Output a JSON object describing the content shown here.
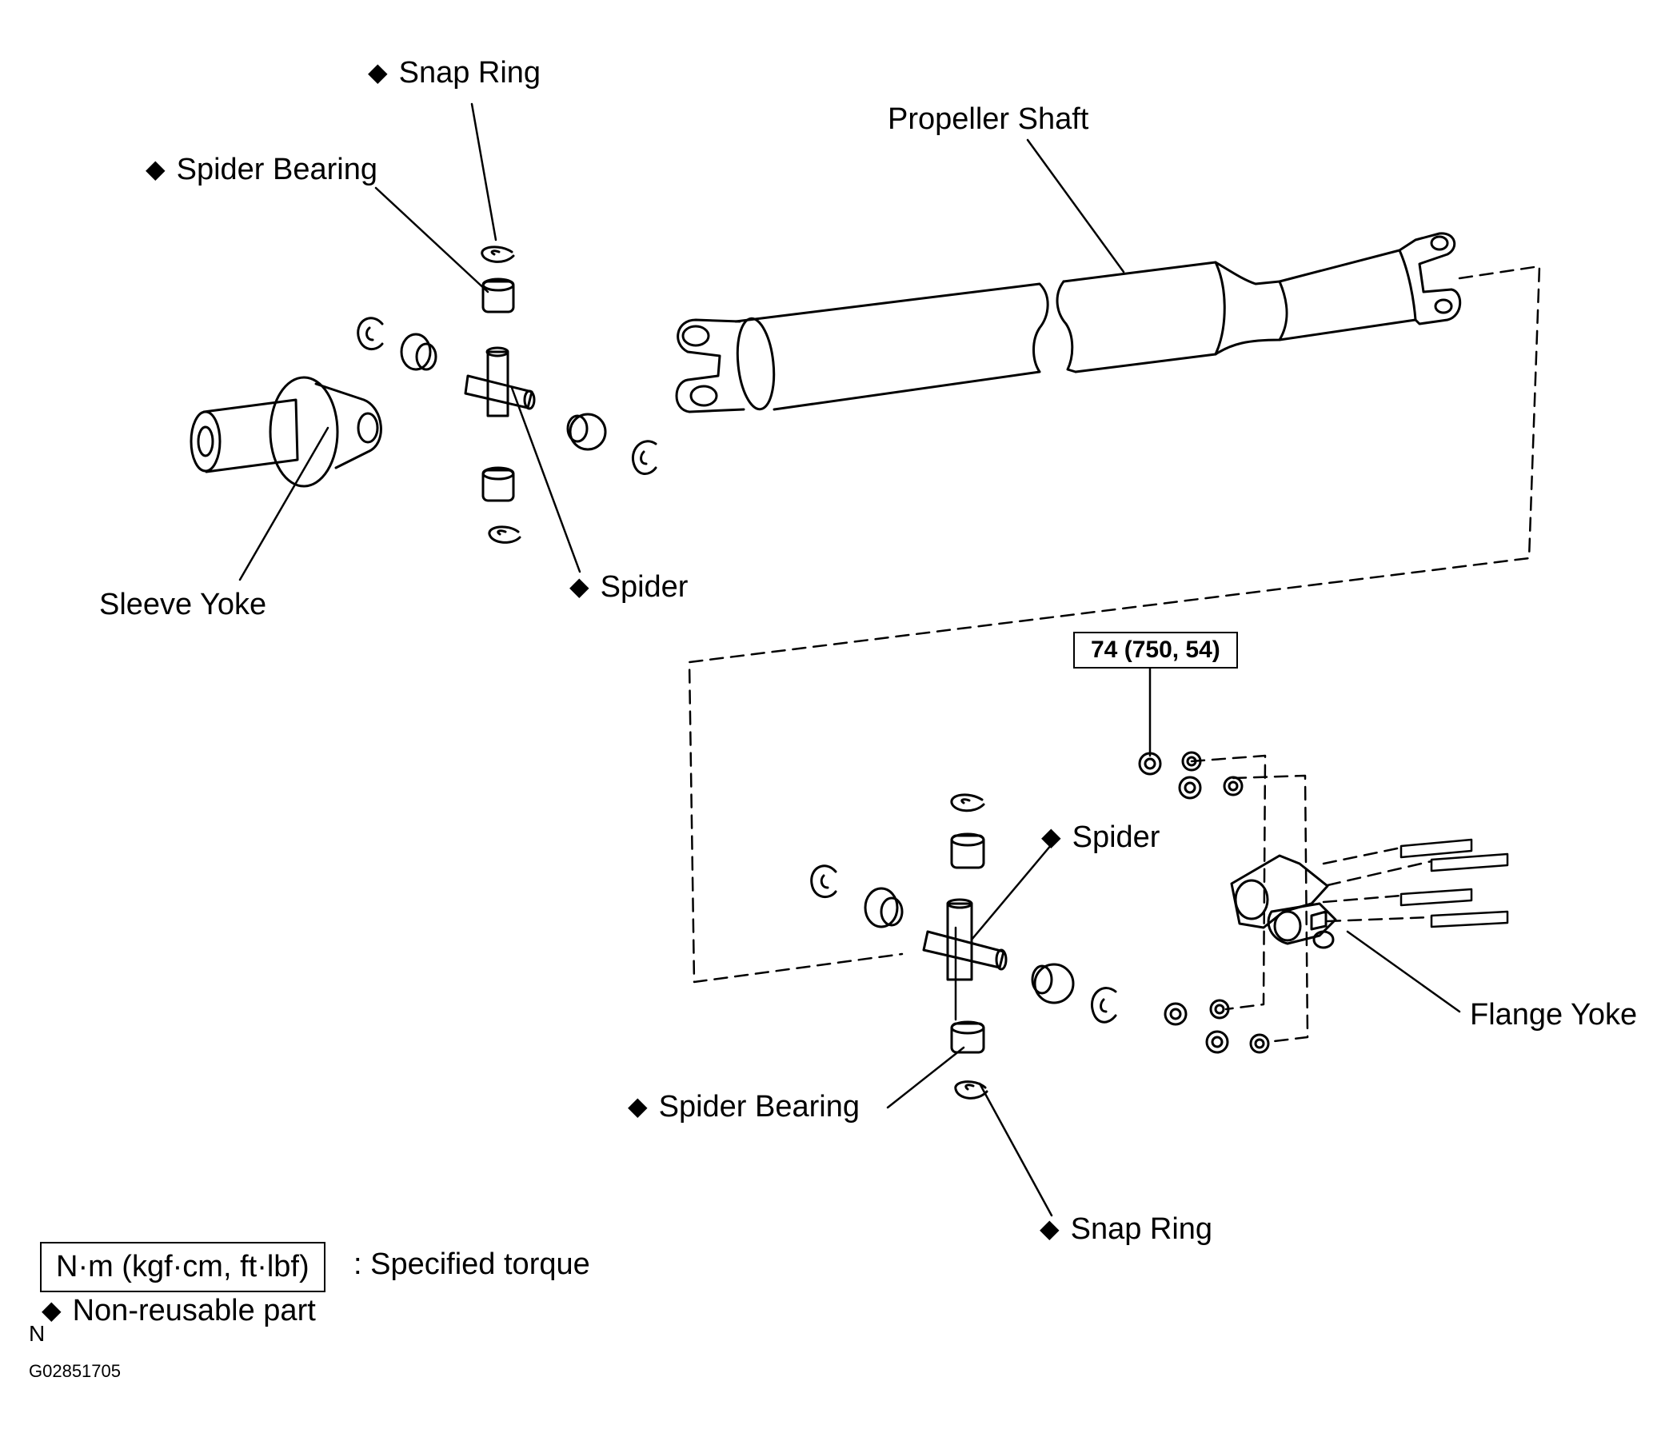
{
  "labels": {
    "snap_ring_top": "Snap Ring",
    "spider_bearing_top": "Spider Bearing",
    "propeller_shaft": "Propeller Shaft",
    "sleeve_yoke": "Sleeve Yoke",
    "spider_top": "Spider",
    "spider_bottom": "Spider",
    "flange_yoke": "Flange Yoke",
    "spider_bearing_bottom": "Spider Bearing",
    "snap_ring_bottom": "Snap Ring"
  },
  "non_reusable_marker": "◆",
  "torque": {
    "value": "74 (750, 54)"
  },
  "legend": {
    "torque_box": "N·m (kgf·cm, ft·lbf)",
    "torque_text": ": Specified torque",
    "non_reusable_text": "Non-reusable  part"
  },
  "footer": {
    "mark": "N",
    "code": "G02851705"
  }
}
